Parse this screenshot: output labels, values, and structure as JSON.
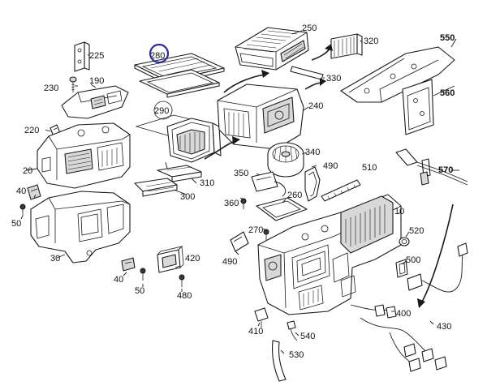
{
  "parts": {
    "p20": "20",
    "p30": "30",
    "p40a": "40",
    "p40b": "40",
    "p50a": "50",
    "p50b": "50",
    "p190": "190",
    "p220": "220",
    "p225": "225",
    "p230": "230",
    "p240": "240",
    "p250": "250",
    "p260": "260",
    "p270": "270",
    "p280": "280",
    "p290": "290",
    "p300": "300",
    "p310": "310",
    "p320": "320",
    "p330": "330",
    "p340": "340",
    "p350": "350",
    "p360": "360",
    "p400": "400",
    "p410": "410",
    "p420": "420",
    "p430": "430",
    "p480": "480",
    "p490a": "490",
    "p490b": "490",
    "p500": "500",
    "p510": "510",
    "p520": "520",
    "p530": "530",
    "p540": "540",
    "p550": "550",
    "p560": "560",
    "p570": "570"
  },
  "highlight": {
    "part": "280",
    "color": "#2a2aa8"
  }
}
